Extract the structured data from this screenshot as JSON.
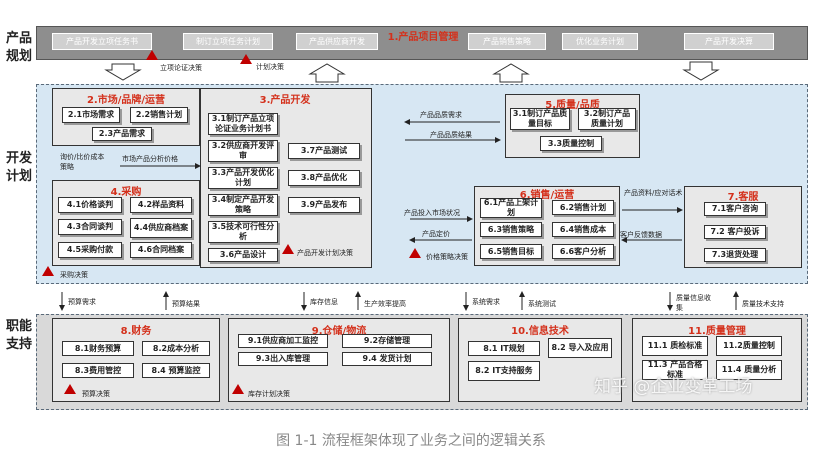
{
  "row_labels": {
    "planning": "产品规划",
    "development": "开发计划",
    "support": "职能支持"
  },
  "planning": {
    "title": "1.产品项目管理",
    "boxes": [
      "产品开发立项任务书",
      "制订立项任务计划",
      "产品供应商开发",
      "产品销售策略",
      "优化业务计划",
      "产品开发决算"
    ],
    "decision_1": "立项论证决策",
    "decision_2": "计划决策"
  },
  "market": {
    "title": "2.市场/品牌/运营",
    "items": [
      "2.1市场需求",
      "2.2销售计划",
      "2.3产品需求"
    ]
  },
  "product_dev": {
    "title": "3.产品开发",
    "items": [
      "3.1制订产品立项论证业务计划书",
      "3.2供应商开发评审",
      "3.3产品开发优化计划",
      "3.4制定产品开发策略",
      "3.5技术可行性分析",
      "3.6产品设计",
      "3.7产品测试",
      "3.8产品优化",
      "3.9产品发布"
    ],
    "decision": "产品开发计划决策"
  },
  "procurement": {
    "title": "4.采购",
    "items": [
      "4.1价格谈判",
      "4.2样品资料",
      "4.3合同谈判",
      "4.4供应商档案",
      "4.5采购付款",
      "4.6合同档案"
    ],
    "decision": "采购决策"
  },
  "quality": {
    "title": "5.质量/品质",
    "items": [
      "3.1制订产品质量目标",
      "3.2制订产品质量计划",
      "3.3质量控制"
    ]
  },
  "sales": {
    "title": "6.销售/运营",
    "items": [
      "6.1产品上架计划",
      "6.2销售计划",
      "6.3销售策略",
      "6.4销售成本",
      "6.5销售目标",
      "6.6客户分析"
    ],
    "decision": "价格策略决策"
  },
  "service": {
    "title": "7.客服",
    "items": [
      "7.1客户咨询",
      "7.2 客户投诉",
      "7.3退货处理"
    ]
  },
  "flows": {
    "price_strategy": "询价/比价成本策略",
    "market_analysis": "市场产品分析价格",
    "quality_req": "产品品质需求",
    "quality_result": "产品品质结果",
    "market_status": "产品投入市场状况",
    "pricing": "产品定价",
    "product_info": "产品资料/应对话术",
    "feedback": "客户反馈数据",
    "budget_need": "预算需求",
    "budget_result": "预算结果",
    "stock_info": "库存信息",
    "prod_improve": "生产效率提高",
    "sys_need": "系统需求",
    "sys_test": "系统测试",
    "quality_collect": "质量信息收集",
    "quality_tech": "质量技术支持"
  },
  "finance": {
    "title": "8.财务",
    "items": [
      "8.1财务预算",
      "8.2成本分析",
      "8.3费用管控",
      "8.4 预算监控"
    ],
    "decision": "预算决策"
  },
  "warehouse": {
    "title": "9.仓储/物流",
    "items": [
      "9.1供应商加工监控",
      "9.2存储管理",
      "9.3出入库管理",
      "9.4 发货计划"
    ],
    "decision": "库存计划决策"
  },
  "it": {
    "title": "10.信息技术",
    "items": [
      "8.1 IT规划",
      "8.2 导入及应用",
      "8.2 IT支持服务"
    ]
  },
  "quality_mgmt": {
    "title": "11.质量管理",
    "items": [
      "11.1 质检标准",
      "11.2质量控制",
      "11.3 产品合格标准",
      "11.4 质量分析"
    ]
  },
  "watermark": "知乎 @企业变革工场",
  "caption": "图 1-1 流程框架体现了业务之间的逻辑关系"
}
